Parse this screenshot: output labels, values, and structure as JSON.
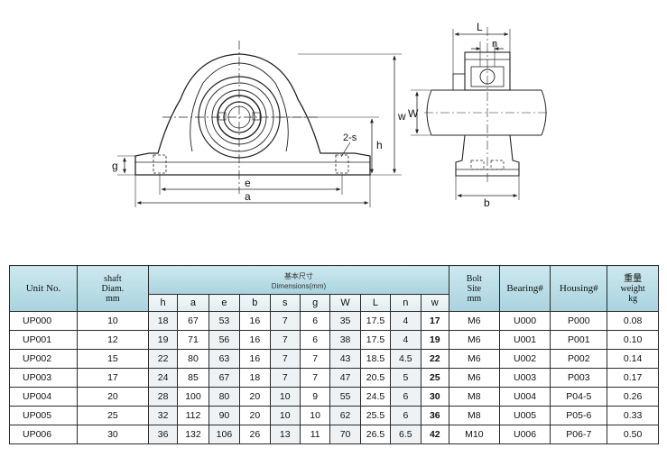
{
  "drawing": {
    "front_labels": {
      "g": "g",
      "h": "h",
      "e": "e",
      "a": "a",
      "w": "w",
      "two_s": "2-s"
    },
    "side_labels": {
      "L": "L",
      "n": "n",
      "W": "W",
      "b": "b"
    }
  },
  "table": {
    "headers": {
      "unit_no": "Unit No.",
      "shaft_lines": [
        "shaft",
        "Diam.",
        "mm"
      ],
      "dimensions_cn": "基本尺寸",
      "dimensions_en": "Dimensions(mm)",
      "bolt_lines": [
        "Bolt",
        "Site",
        "mm"
      ],
      "bearing": "Bearing#",
      "housing": "Housing#",
      "weight_lines": [
        "重量",
        "weight",
        "kg"
      ]
    },
    "dim_symbols": [
      "h",
      "a",
      "e",
      "b",
      "s",
      "g",
      "W",
      "L",
      "n",
      "w"
    ],
    "rows": [
      [
        "UP000",
        "10",
        "18",
        "67",
        "53",
        "16",
        "7",
        "6",
        "35",
        "17.5",
        "4",
        "17",
        "M6",
        "U000",
        "P000",
        "0.08"
      ],
      [
        "UP001",
        "12",
        "19",
        "71",
        "56",
        "16",
        "7",
        "6",
        "38",
        "17.5",
        "4",
        "19",
        "M6",
        "U001",
        "P001",
        "0.10"
      ],
      [
        "UP002",
        "15",
        "22",
        "80",
        "63",
        "16",
        "7",
        "7",
        "43",
        "18.5",
        "4.5",
        "22",
        "M6",
        "U002",
        "P002",
        "0.14"
      ],
      [
        "UP003",
        "17",
        "24",
        "85",
        "67",
        "18",
        "7",
        "7",
        "47",
        "20.5",
        "5",
        "25",
        "M6",
        "U003",
        "P003",
        "0.17"
      ],
      [
        "UP004",
        "20",
        "28",
        "100",
        "80",
        "20",
        "10",
        "9",
        "55",
        "24.5",
        "6",
        "30",
        "M8",
        "U004",
        "P04-5",
        "0.26"
      ],
      [
        "UP005",
        "25",
        "32",
        "112",
        "90",
        "20",
        "10",
        "10",
        "62",
        "25.5",
        "6",
        "36",
        "M8",
        "U005",
        "P05-6",
        "0.33"
      ],
      [
        "UP006",
        "30",
        "36",
        "132",
        "106",
        "26",
        "13",
        "11",
        "70",
        "26.5",
        "6.5",
        "42",
        "M10",
        "U006",
        "P06-7",
        "0.50"
      ]
    ]
  }
}
